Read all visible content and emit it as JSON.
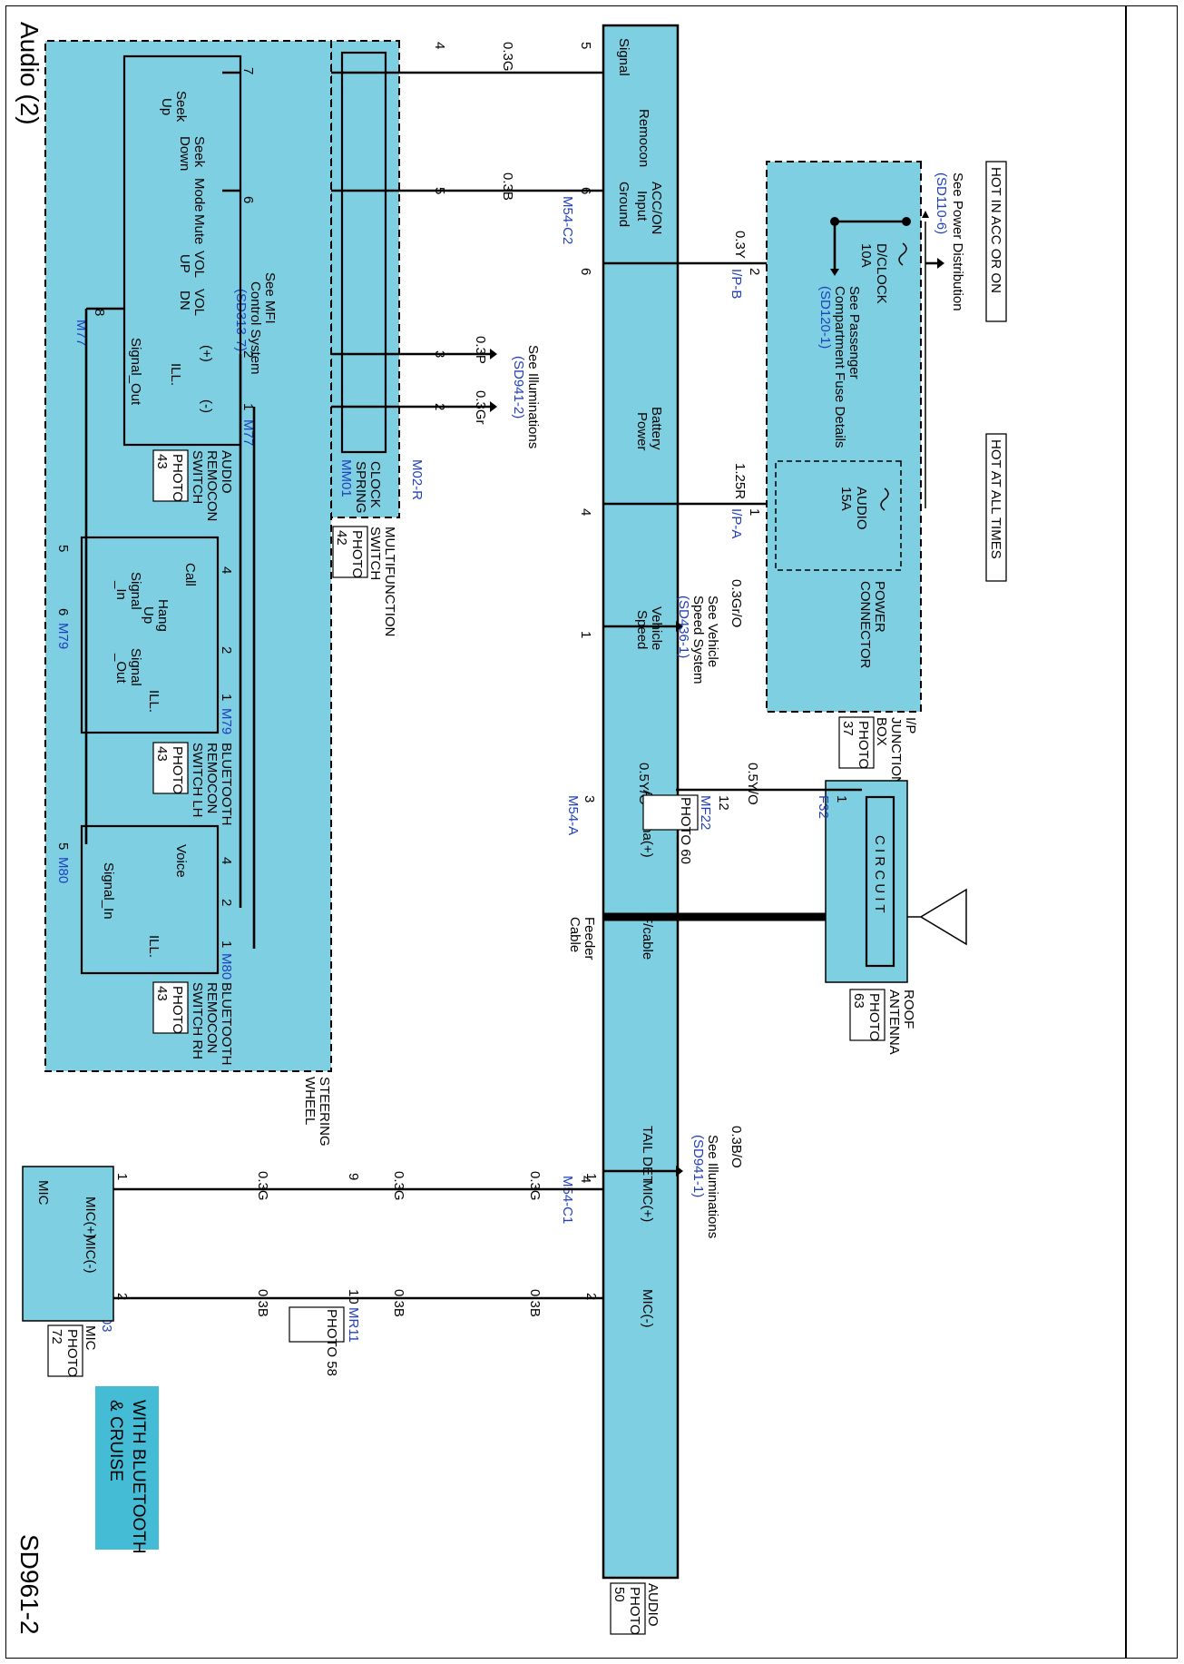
{
  "page": {
    "title": "Audio (2)",
    "code": "SD961-2",
    "badge": [
      "WITH BLUETOOTH",
      "& CRUISE"
    ]
  },
  "hot": {
    "acc": "HOT IN ACC OR ON",
    "all": "HOT AT ALL TIMES"
  },
  "refs": {
    "power_dist": "See Power Distribution",
    "power_dist_code": "(SD110-6)",
    "passenger": [
      "See Passenger",
      "Compartment Fuse Details"
    ],
    "passenger_code": "(SD120-1)",
    "illum_top": "See Illuminations",
    "illum_top_code": "(SD941-2)",
    "vehicle_speed": [
      "See Vehicle",
      "Speed System"
    ],
    "vehicle_speed_code": "(SD436-1)",
    "illum_tail": "See Illuminations",
    "illum_tail_code": "(SD941-1)",
    "mfi": [
      "See MFI",
      "Control System"
    ],
    "mfi_code": "(SD313-7)"
  },
  "fuses": {
    "dclock": [
      "D/CLOCK",
      "10A"
    ],
    "audio": [
      "AUDIO",
      "15A"
    ],
    "power_connector": [
      "POWER",
      "CONNECTOR"
    ]
  },
  "junction_box": {
    "label": [
      "I/P",
      "JUNCTION",
      "BOX"
    ],
    "photo": [
      "PHOTO",
      "37"
    ]
  },
  "audio_unit": {
    "pins": [
      "Signal",
      "Remocon",
      "Ground",
      "ACC/ON",
      "Input",
      "Battery",
      "Power",
      "Vehicle",
      "Speed",
      "Antenna(+)",
      "F/cable",
      "TAIL DET",
      "MIC(+)",
      "MIC(-)"
    ],
    "label": "AUDIO",
    "photo": [
      "PHOTO",
      "50"
    ]
  },
  "wires": {
    "acc": "0.3Y",
    "batt": "1.25R",
    "speed": "0.3Gr/O",
    "ant1": "0.5Y/O",
    "ant2": "0.5Y/O",
    "sig": "0.3G",
    "gnd": "0.3B",
    "illp": "0.3P",
    "illn": "0.3Gr",
    "tail": "0.3B/O",
    "mic_g": "0.3G",
    "mic_b": "0.3B"
  },
  "connectors": {
    "m54c2": "M54-C2",
    "ipb": "I/P-B",
    "ipa": "I/P-A",
    "m54a": "M54-A",
    "mf22": "MF22",
    "f32": "F32",
    "m54c1": "M54-C1",
    "mm01": "MM01",
    "m02r": "M02-R",
    "m77": "M77",
    "m79": "M79",
    "m80": "M80",
    "mr11": "MR11",
    "r03": "R03"
  },
  "photos": {
    "p60": "PHOTO 60",
    "p58": "PHOTO 58",
    "p42": [
      "PHOTO",
      "42"
    ],
    "p43": [
      "PHOTO",
      "43"
    ],
    "p63": [
      "PHOTO",
      "63"
    ],
    "p72": [
      "PHOTO",
      "72"
    ]
  },
  "antenna": {
    "circuit": "C I R C U I T",
    "label": [
      "ROOF",
      "ANTENNA"
    ],
    "feeder": [
      "Feeder",
      "Cable"
    ]
  },
  "multifunction": {
    "label": [
      "MULTIFUNCTION",
      "SWITCH"
    ],
    "clock": [
      "CLOCK",
      "SPRING"
    ]
  },
  "steering": {
    "label": [
      "STEERING",
      "WHEEL"
    ]
  },
  "audio_remocon": {
    "label": [
      "AUDIO",
      "REMOCON",
      "SWITCH"
    ],
    "buttons": [
      [
        "Seek",
        "Up"
      ],
      [
        "Seek",
        "Down"
      ],
      [
        "Mode"
      ],
      [
        "Mute"
      ],
      [
        "VOL",
        "UP"
      ],
      [
        "VOL",
        "DN"
      ]
    ],
    "ill": "ILL.",
    "signal_out": "Signal_Out",
    "plus": "(+)",
    "minus": "(-)"
  },
  "bt_lh": {
    "label": [
      "BLUETOOTH",
      "REMOCON",
      "SWITCH LH"
    ],
    "call": "Call",
    "hang": [
      "Hang",
      "Up"
    ],
    "signal_in": [
      "Signal",
      "_In"
    ],
    "signal_out": [
      "Signal",
      "_Out"
    ],
    "ill": "ILL."
  },
  "bt_rh": {
    "label": [
      "BLUETOOTH",
      "REMOCON",
      "SWITCH RH"
    ],
    "voice": "Voice",
    "signal_in": "Signal_In",
    "ill": "ILL."
  },
  "mic": {
    "label": "MIC",
    "plus": "MIC(+)",
    "minus": "MIC(-)",
    "inner": "MIC"
  },
  "pin_numbers": {
    "sig5": "5",
    "sig4": "4",
    "sw7": "7",
    "gnd6": "6",
    "gnd5": "5",
    "sw6": "6",
    "acc6": "6",
    "acc2": "2",
    "batt4": "4",
    "batt1": "1",
    "ill3": "3",
    "ill2": "2",
    "sw2": "2",
    "sw1": "1",
    "sw8": "8",
    "spd1": "1",
    "ant3": "3",
    "ant12": "12",
    "ant1": "1",
    "tail4": "4",
    "mic1": "1",
    "mic2": "2",
    "mic9": "9",
    "mic10": "10",
    "mr1": "1",
    "mr2": "2",
    "lh4": "4",
    "lh2": "2",
    "lh1": "1",
    "lh5": "5",
    "lh6": "6",
    "rh4": "4",
    "rh2": "2",
    "rh1": "1",
    "rh5": "5"
  }
}
